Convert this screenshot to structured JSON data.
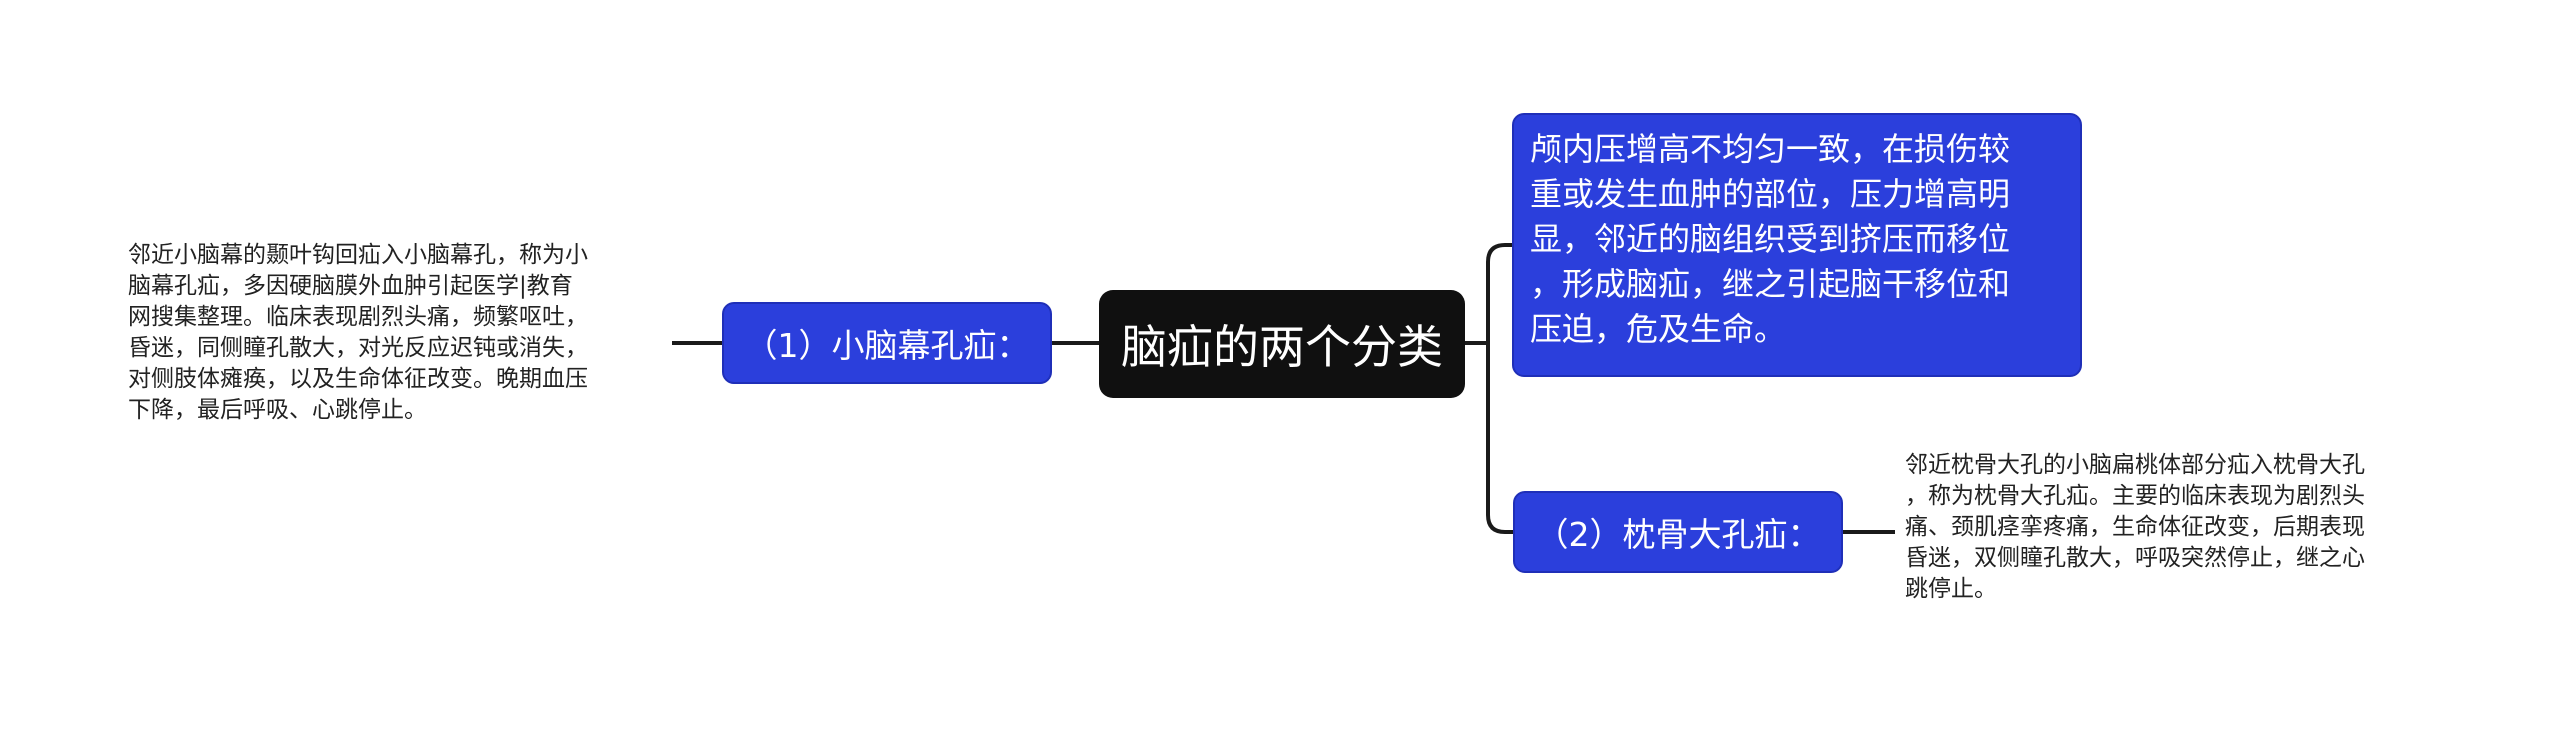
{
  "root": {
    "label": "脑疝的两个分类"
  },
  "branches": [
    {
      "label": "（1）小脑幕孔疝：",
      "detail": [
        "邻近小脑幕的颞叶钩回疝入小脑幕孔，称为小",
        "脑幕孔疝，多因硬脑膜外血肿引起医学|教育",
        "网搜集整理。临床表现剧烈头痛，频繁呕吐，",
        "昏迷，同侧瞳孔散大，对光反应迟钝或消失，",
        "对侧肢体瘫痪，以及生命体征改变。晚期血压",
        "下降，最后呼吸、心跳停止。"
      ]
    },
    {
      "label": [
        "颅内压增高不均匀一致，在损伤较",
        "重或发生血肿的部位，压力增高明",
        "显，邻近的脑组织受到挤压而移位",
        "，形成脑疝，继之引起脑干移位和",
        "压迫，危及生命。"
      ]
    },
    {
      "label": "（2）枕骨大孔疝：",
      "detail": [
        "邻近枕骨大孔的小脑扁桃体部分疝入枕骨大孔",
        "，称为枕骨大孔疝。主要的临床表现为剧烈头",
        "痛、颈肌痉挛疼痛，生命体征改变，后期表现",
        "昏迷，双侧瞳孔散大，呼吸突然停止，继之心",
        "跳停止。"
      ]
    }
  ],
  "colors": {
    "root": "#101010",
    "branch": "#2b3fdc",
    "line": "#1a1a1a",
    "text": "#222222"
  }
}
